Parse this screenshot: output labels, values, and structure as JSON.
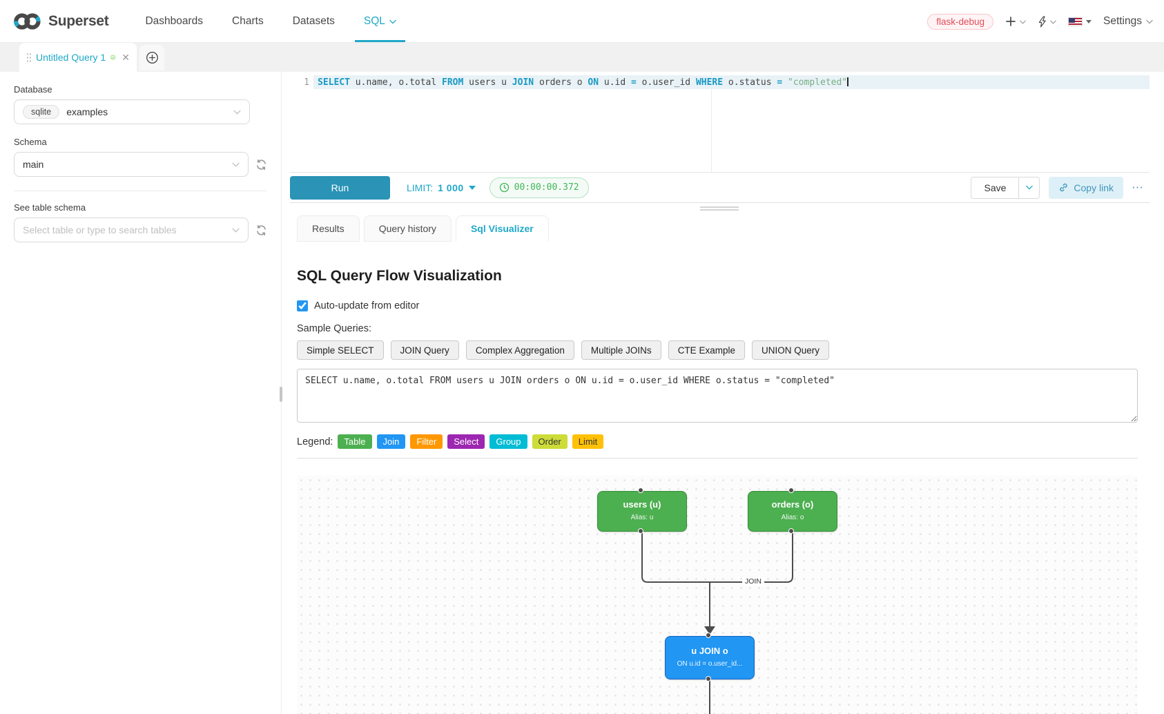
{
  "navbar": {
    "brand": "Superset",
    "items": [
      {
        "label": "Dashboards"
      },
      {
        "label": "Charts"
      },
      {
        "label": "Datasets"
      },
      {
        "label": "SQL"
      }
    ],
    "env_badge": "flask-debug",
    "settings": "Settings",
    "accent_color": "#1FA8C9"
  },
  "query_tabbar": {
    "active_tab": "Untitled Query 1"
  },
  "sidebar": {
    "database_label": "Database",
    "database_engine": "sqlite",
    "database_value": "examples",
    "schema_label": "Schema",
    "schema_value": "main",
    "table_label": "See table schema",
    "table_placeholder": "Select table or type to search tables"
  },
  "editor": {
    "line_number": "1",
    "tokens": [
      "SELECT ",
      "u.name, o.total ",
      "FROM ",
      "users u ",
      "JOIN ",
      "orders o ",
      "ON ",
      "u.id ",
      "= ",
      "o.user_id ",
      "WHERE ",
      "o.status ",
      "= ",
      "\"completed\""
    ]
  },
  "toolbar": {
    "run": "Run",
    "limit_label": "LIMIT:",
    "limit_value": "1 000",
    "timer": "00:00:00.372",
    "timer_color": "#41B658",
    "save": "Save",
    "copy_link": "Copy link",
    "more": "⋯"
  },
  "result_tabs": [
    {
      "label": "Results"
    },
    {
      "label": "Query history"
    },
    {
      "label": "Sql Visualizer"
    }
  ],
  "visualizer": {
    "title": "SQL Query Flow Visualization",
    "auto_update_label": "Auto-update from editor",
    "auto_update_checked": true,
    "sample_label": "Sample Queries:",
    "sample_buttons": [
      "Simple SELECT",
      "JOIN Query",
      "Complex Aggregation",
      "Multiple JOINs",
      "CTE Example",
      "UNION Query"
    ],
    "query_text": "SELECT u.name, o.total FROM users u JOIN orders o ON u.id = o.user_id WHERE o.status = \"completed\"",
    "legend": {
      "label": "Legend:",
      "items": [
        {
          "label": "Table",
          "style": "background:#4CAF50;color:#ffffff"
        },
        {
          "label": "Join",
          "style": "background:#2196F3;color:#ffffff"
        },
        {
          "label": "Filter",
          "style": "background:#FF9800;color:#ffffff"
        },
        {
          "label": "Select",
          "style": "background:#9C27B0;color:#ffffff"
        },
        {
          "label": "Group",
          "style": "background:#00BCD4;color:#ffffff"
        },
        {
          "label": "Order",
          "style": "background:#CDDC39;color:#333333"
        },
        {
          "label": "Limit",
          "style": "background:#FFC107;color:#333333"
        }
      ]
    }
  },
  "flow": {
    "edge_label": "JOIN",
    "edge_color": "#4d4d4d",
    "nodes": [
      {
        "title": "users (u)",
        "subtitle": "Alias: u",
        "style": "background:#4CAF50;border-color:#388E3C"
      },
      {
        "title": "orders (o)",
        "subtitle": "Alias: o",
        "style": "background:#4CAF50;border-color:#388E3C"
      },
      {
        "title": "u JOIN o",
        "subtitle": "ON u.id = o.user_id...",
        "style": "background:#2196F3;border-color:#1565C0"
      }
    ]
  }
}
